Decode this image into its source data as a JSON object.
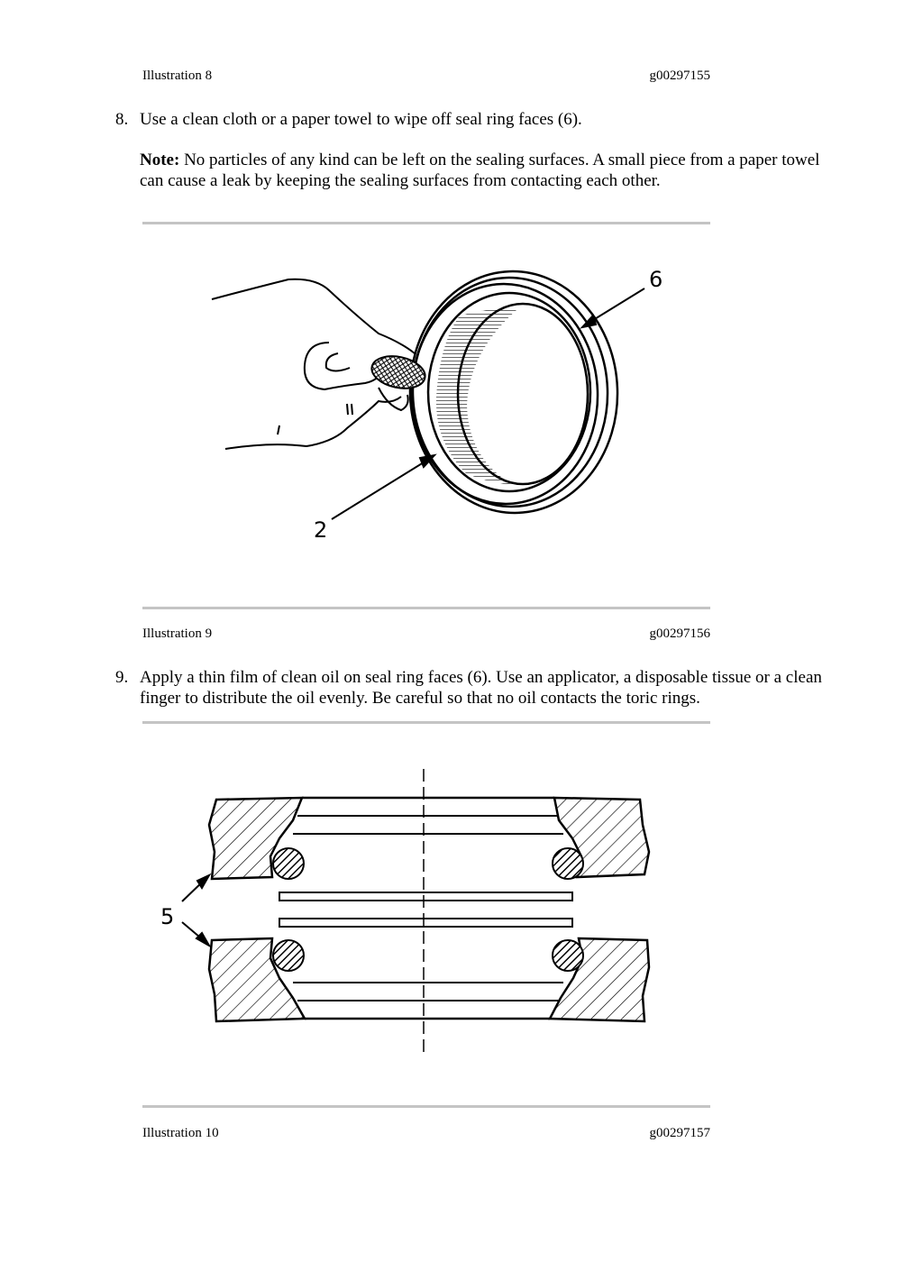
{
  "illustration8": {
    "label": "Illustration 8",
    "code": "g00297155"
  },
  "step8": {
    "number": "8.",
    "text": "Use a clean cloth or a paper towel to wipe off seal ring faces (6).",
    "note_label": "Note:",
    "note_text": " No particles of any kind can be left on the sealing surfaces. A small piece from a paper towel can cause a leak by keeping the sealing surfaces from contacting each other."
  },
  "illustration9": {
    "label": "Illustration 9",
    "code": "g00297156",
    "callout_a": "6",
    "callout_b": "2"
  },
  "step9": {
    "number": "9.",
    "text": "Apply a thin film of clean oil on seal ring faces (6). Use an applicator, a disposable tissue or a clean finger to distribute the oil evenly. Be careful so that no oil contacts the toric rings."
  },
  "illustration10": {
    "label": "Illustration 10",
    "code": "g00297157",
    "callout": "5"
  }
}
